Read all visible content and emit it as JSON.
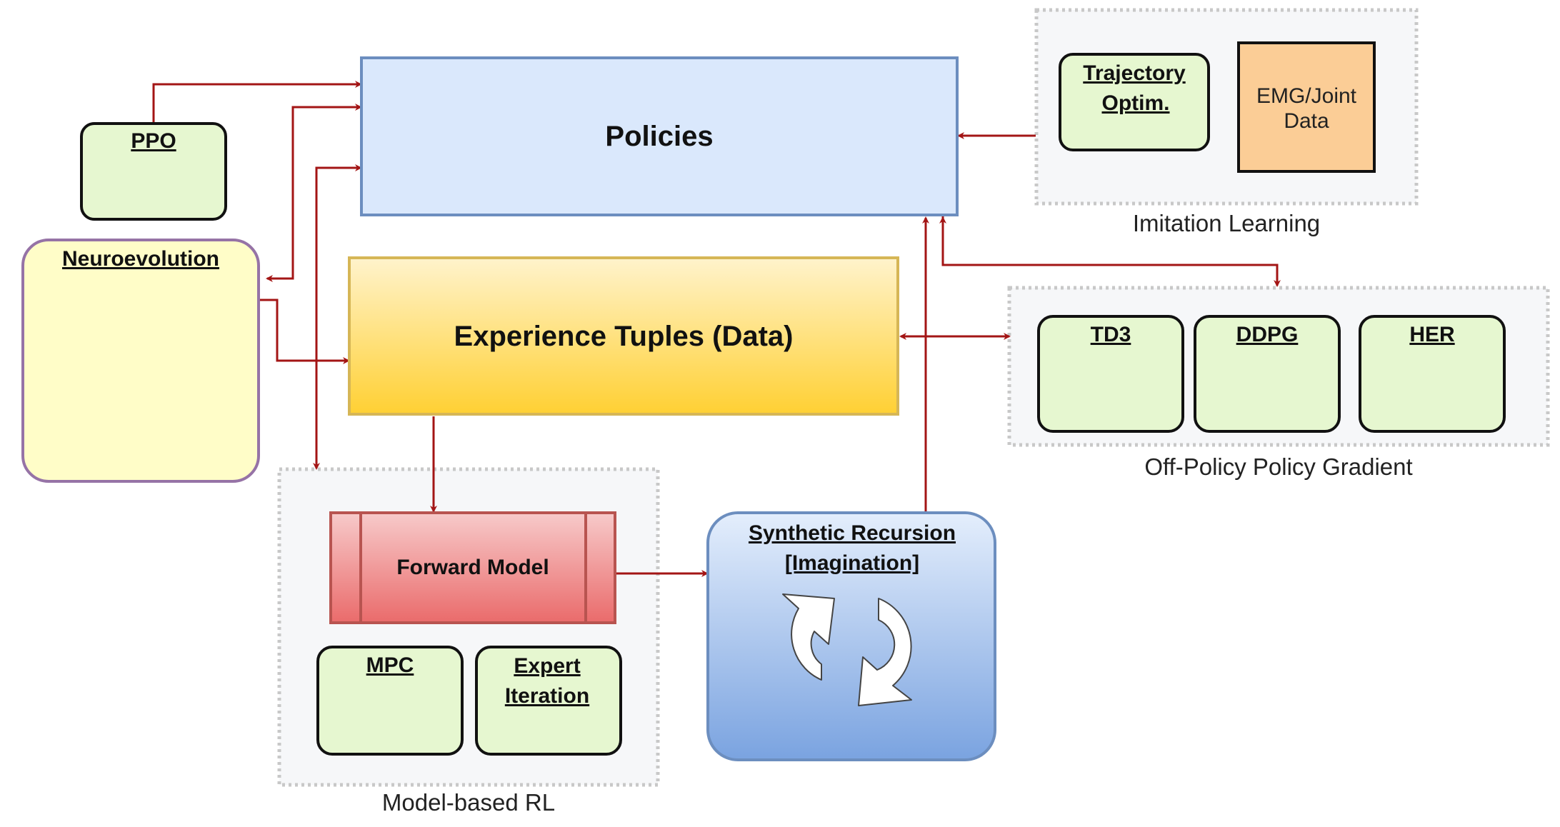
{
  "nodes": {
    "policies": "Policies",
    "experience": "Experience Tuples (Data)",
    "ppo": "PPO",
    "neuroevolution": "Neuroevolution",
    "trajectory_line1": "Trajectory",
    "trajectory_line2": "Optim.",
    "emg_line1": "EMG/Joint",
    "emg_line2": "Data",
    "td3": "TD3",
    "ddpg": "DDPG",
    "her": "HER",
    "forward_model": "Forward Model",
    "mpc": "MPC",
    "expert_line1": "Expert",
    "expert_line2": "Iteration",
    "synthetic_line1": "Synthetic Recursion",
    "synthetic_line2": "[Imagination]"
  },
  "groups": {
    "imitation": "Imitation Learning",
    "offpolicy": "Off-Policy Policy Gradient",
    "modelbased": "Model-based RL"
  },
  "colors": {
    "arrow": "#a31515",
    "green_fill": "#e6f7d0",
    "policies_fill": "#dae8fc",
    "policies_stroke": "#6c8ebf",
    "neuro_fill": "#fffdc8",
    "neuro_stroke": "#9673a6",
    "emg_fill": "#fbcd96",
    "forward_fill": "#ea7b7b",
    "forward_stroke": "#b85450",
    "experience_fill_top": "#fff2cc",
    "experience_fill_bottom": "#ffd233",
    "experience_stroke": "#d6b656",
    "synthetic_fill_top": "#dae8fc",
    "synthetic_fill_bottom": "#7ea6e0",
    "group_border": "#c8c8c8",
    "group_fill": "#f6f7f9"
  },
  "icons": {
    "synthetic_icon": "refresh-cycle-icon"
  }
}
